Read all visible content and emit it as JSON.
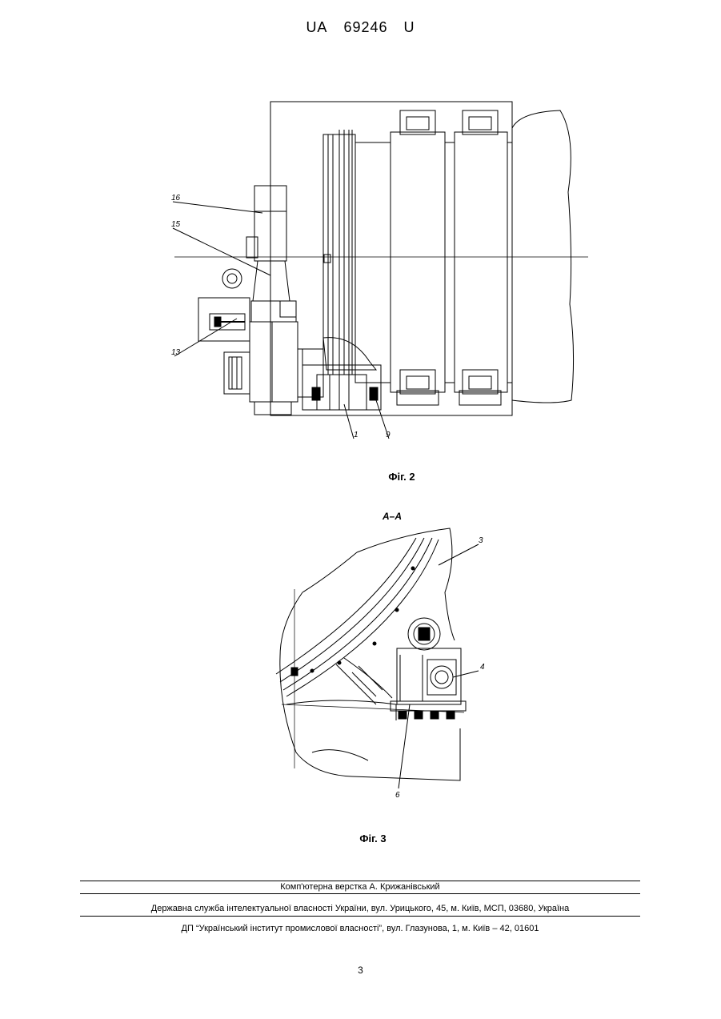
{
  "header": {
    "country": "UA",
    "number": "69246",
    "kind": "U"
  },
  "fig2": {
    "caption": "Фіг. 2",
    "labels": {
      "l16": "16",
      "l15": "15",
      "l13": "13",
      "l1": "1",
      "l9": "9"
    }
  },
  "fig3": {
    "section": "А–А",
    "caption": "Фіг. 3",
    "labels": {
      "l3": "3",
      "l4": "4",
      "l6": "6"
    }
  },
  "footer": {
    "layout": "Комп'ютерна верстка А. Крижанівський",
    "service": "Державна служба інтелектуальної власності України, вул. Урицького, 45, м. Київ, МСП, 03680, Україна",
    "institute": "ДП “Український інститут промислової власності”, вул. Глазунова, 1, м. Київ – 42, 01601"
  },
  "page_number": "3"
}
